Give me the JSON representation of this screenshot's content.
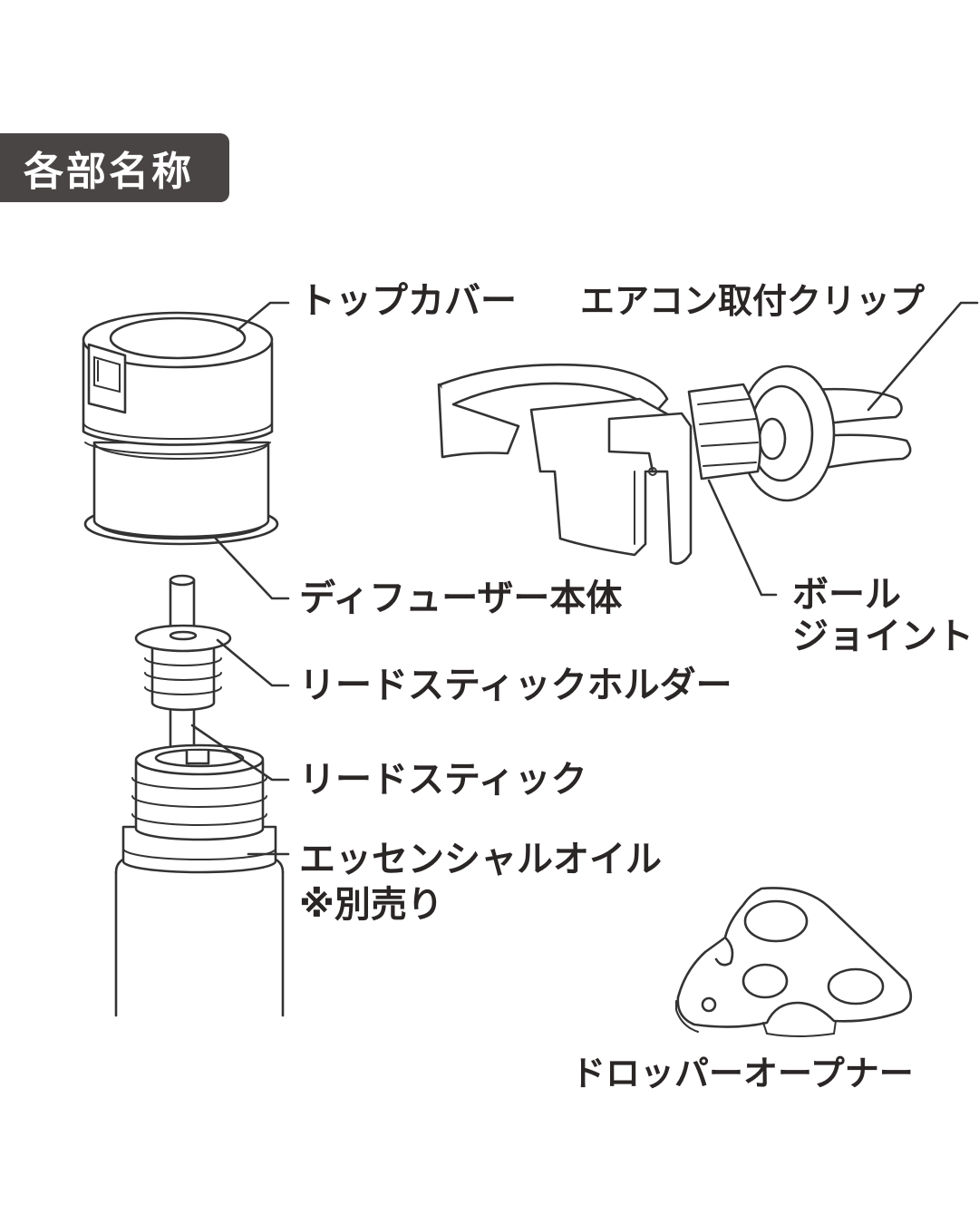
{
  "title": "各部名称",
  "labels": {
    "top_cover": "トップカバー",
    "aircon_clip": "エアコン取付クリップ",
    "diffuser_body": "ディフューザー本体",
    "ball_joint_line1": "ボール",
    "ball_joint_line2": "ジョイント",
    "reed_stick_holder": "リードスティックホルダー",
    "reed_stick": "リードスティック",
    "essential_oil_line1": "エッセンシャルオイル",
    "essential_oil_line2": "※別売り",
    "dropper_opener": "ドロッパーオープナー"
  },
  "colors": {
    "badge": "#4a4545",
    "label_text": "#2b2626",
    "line": "#333333",
    "background": "#ffffff"
  }
}
